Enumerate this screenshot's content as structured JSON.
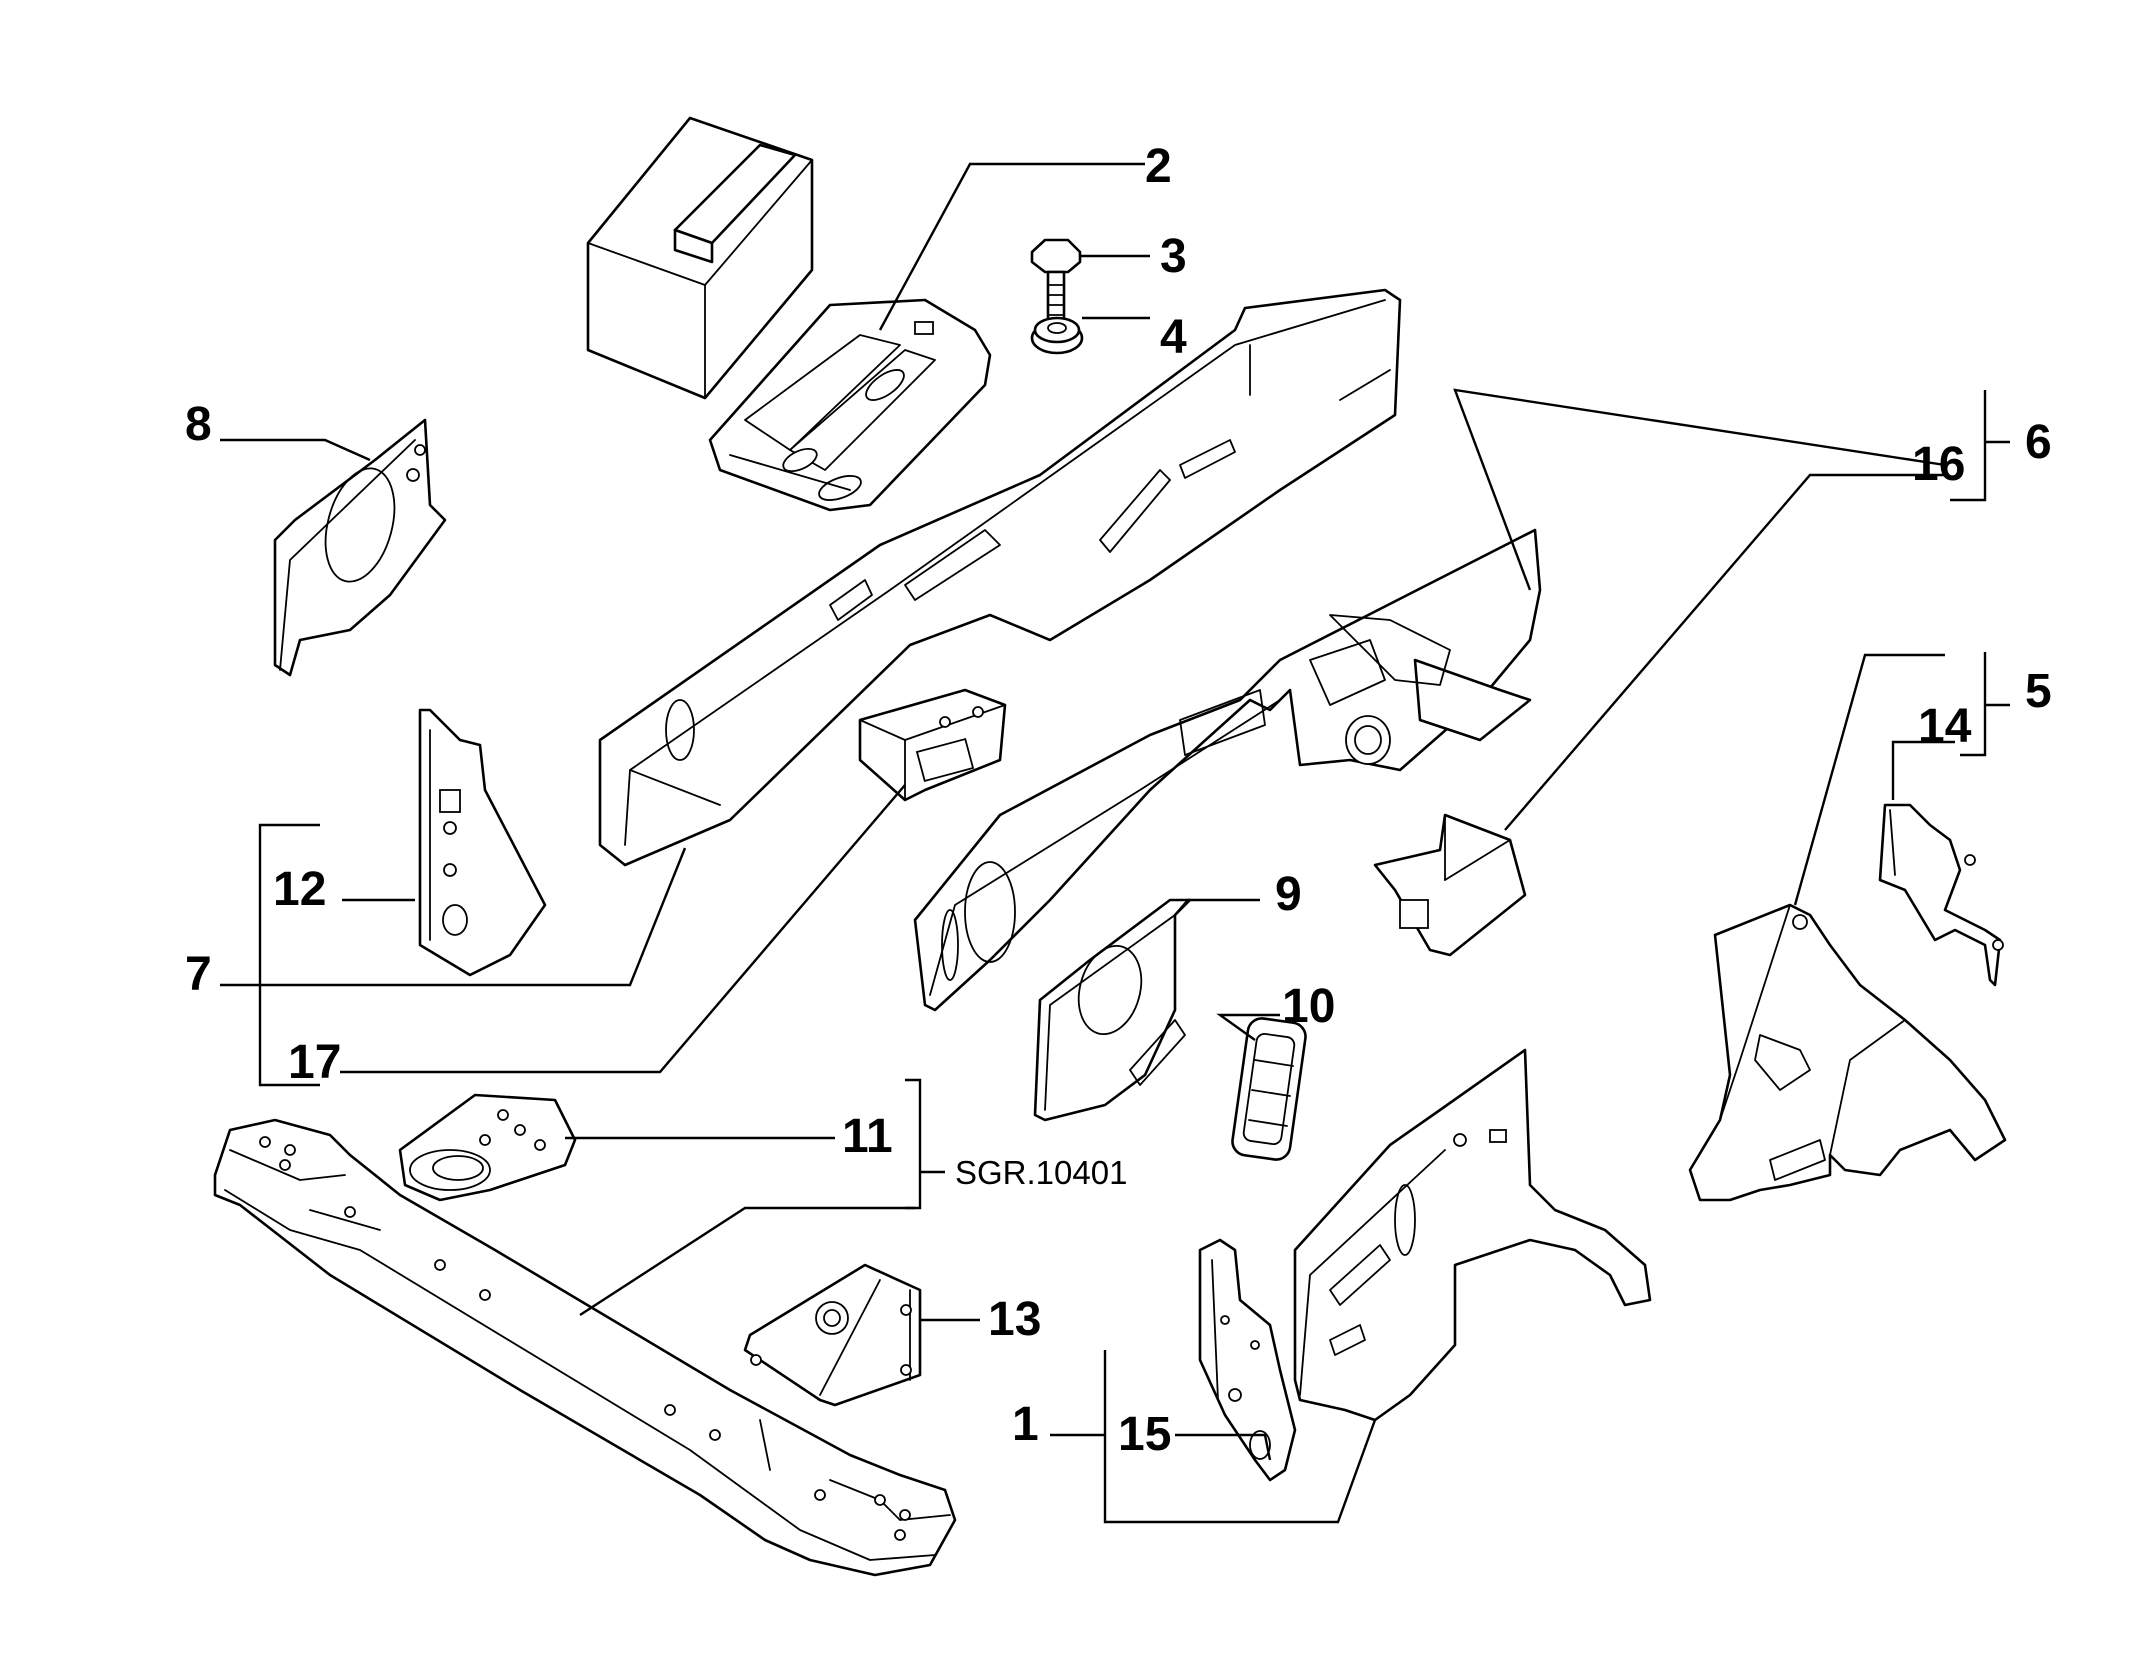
{
  "diagram": {
    "labels": {
      "l1": "1",
      "l2": "2",
      "l3": "3",
      "l4": "4",
      "l5": "5",
      "l6": "6",
      "l7": "7",
      "l8": "8",
      "l9": "9",
      "l10": "10",
      "l11": "11",
      "l12": "12",
      "l13": "13",
      "l14": "14",
      "l15": "15",
      "l16": "16",
      "l17": "17"
    },
    "reference_code": "SGR.10401"
  },
  "colors": {
    "line": "#000000",
    "background": "#ffffff"
  }
}
